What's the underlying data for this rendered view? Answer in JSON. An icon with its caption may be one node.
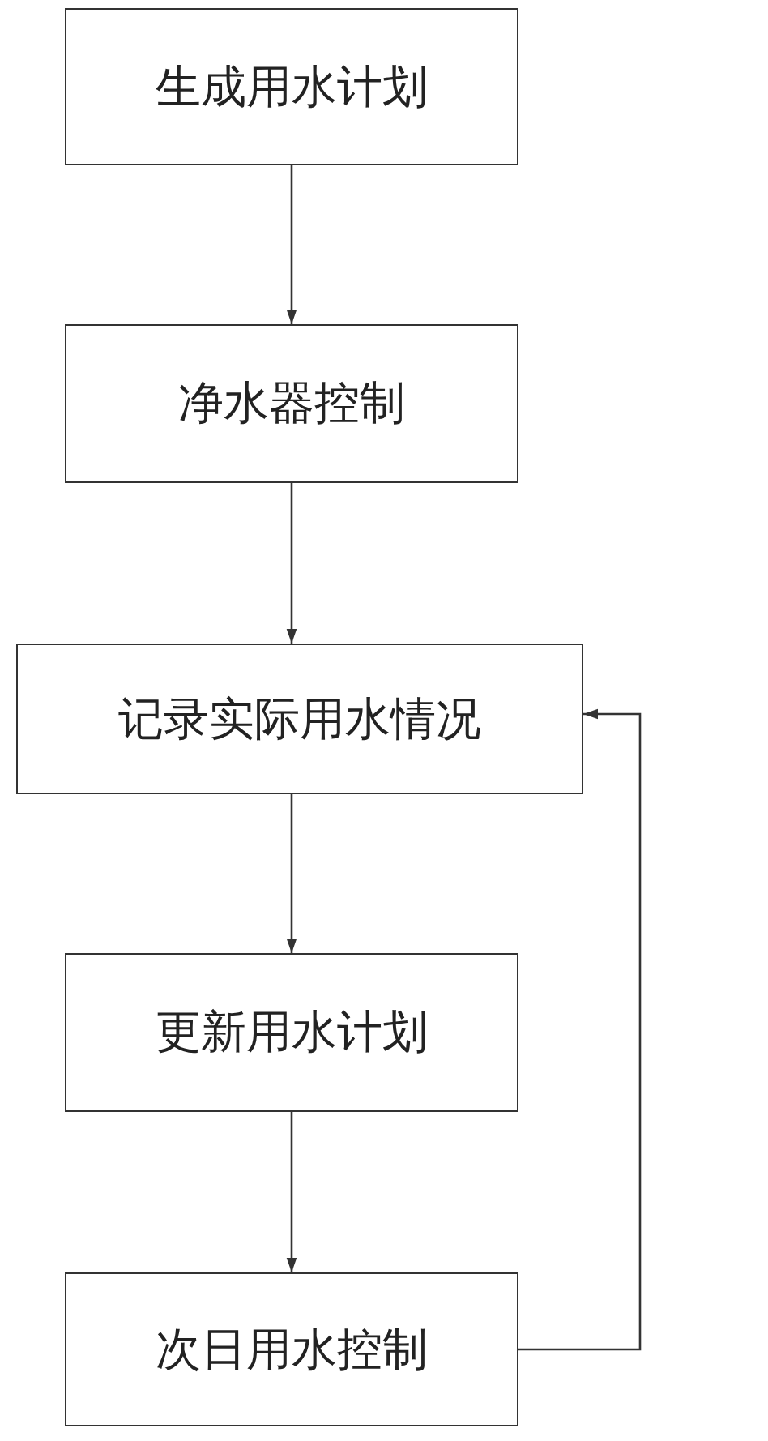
{
  "diagram": {
    "nodes": [
      {
        "text": [
          "生成用水计划"
        ]
      },
      {
        "text": [
          "净水器控制"
        ]
      },
      {
        "text": [
          "记录实际用水情况"
        ]
      },
      {
        "text": [
          "更新用水计划"
        ]
      },
      {
        "text": [
          "次日用水控制"
        ]
      }
    ],
    "edges": [
      {
        "from": 0,
        "to": 1,
        "arrow": "to"
      },
      {
        "from": 1,
        "to": 2,
        "arrow": "to"
      },
      {
        "from": 2,
        "to": 3,
        "arrow": "to"
      },
      {
        "from": 3,
        "to": 4,
        "arrow": "to"
      },
      {
        "from": 4,
        "to": 2,
        "arrow": "to"
      }
    ]
  }
}
